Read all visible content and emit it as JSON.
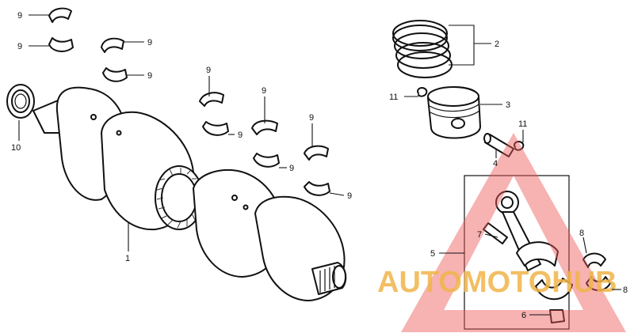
{
  "callouts": [
    "9",
    "9",
    "9",
    "9",
    "9",
    "9",
    "9",
    "9",
    "9",
    "9",
    "10",
    "1",
    "2",
    "3",
    "11",
    "4",
    "11",
    "5",
    "6",
    "7",
    "8",
    "8"
  ],
  "watermark": {
    "text": "AUTOMOTOHUB",
    "triangle_color": "#ee5555",
    "text_color": "#f0b54a"
  }
}
